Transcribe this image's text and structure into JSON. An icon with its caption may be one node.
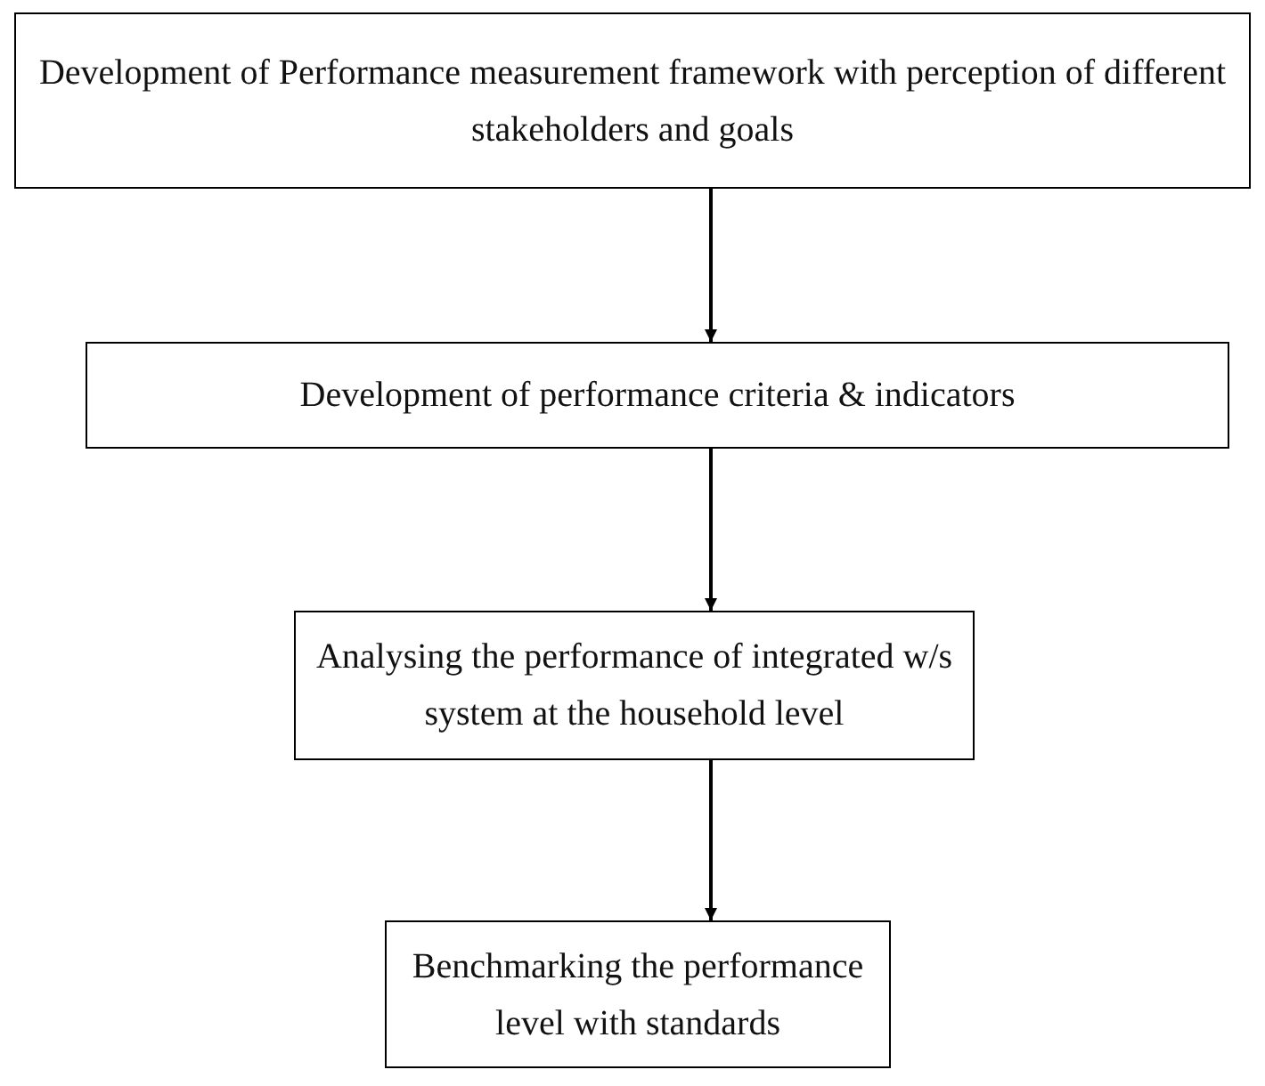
{
  "diagram": {
    "nodes": [
      {
        "text": [
          "Development of Performance measurement framework with perception of different stakeholders and goals"
        ]
      },
      {
        "text": [
          "Development of performance criteria & indicators"
        ]
      },
      {
        "text": [
          "Analysing the performance of integrated w/s system at the household level"
        ]
      },
      {
        "text": [
          "Benchmarking the performance level with standards"
        ]
      }
    ],
    "edges": [
      {
        "from": 0,
        "to": 1,
        "arrow": "to"
      },
      {
        "from": 1,
        "to": 2,
        "arrow": "to"
      },
      {
        "from": 2,
        "to": 3,
        "arrow": "to"
      }
    ]
  }
}
